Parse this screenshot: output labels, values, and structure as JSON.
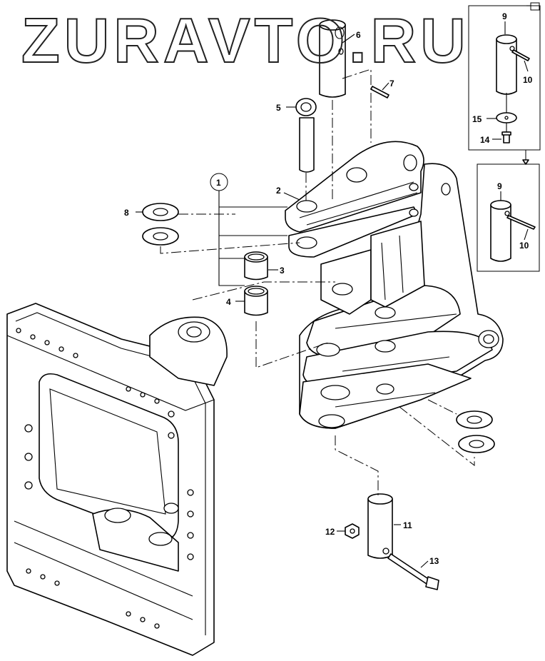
{
  "watermark": "ZURAVTO.RU",
  "callouts": {
    "c1": "1",
    "c2": "2",
    "c3": "3",
    "c4": "4",
    "c5": "5",
    "c6": "6",
    "c7": "7",
    "c8": "8",
    "c9a": "9",
    "c9b": "9",
    "c10a": "10",
    "c10b": "10",
    "c11": "11",
    "c12": "12",
    "c13": "13",
    "c14": "14",
    "c15": "15"
  }
}
